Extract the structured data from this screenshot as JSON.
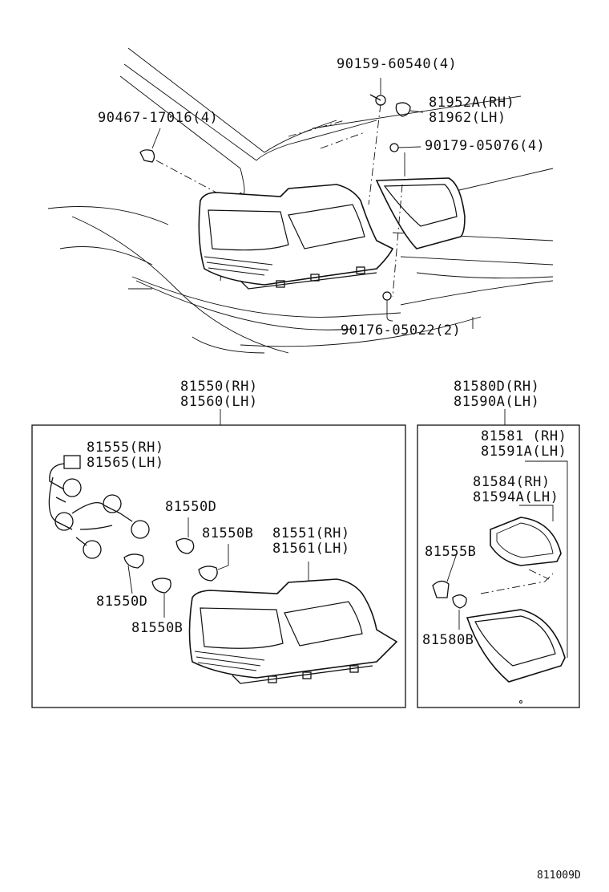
{
  "labels": {
    "bolt_top": "90159-60540(4)",
    "gasket_rh": "81952A(RH)",
    "gasket_lh": "81962(LH)",
    "screw_left": "90467-17016(4)",
    "nut_right": "90179-05076(4)",
    "nut_bottom": "90176-05022(2)",
    "lamp_assy_rh": "81550(RH)",
    "lamp_assy_lh": "81560(LH)",
    "inner_assy_rh": "81580D(RH)",
    "inner_assy_lh": "81590A(LH)",
    "socket_rh": "81555(RH)",
    "socket_lh": "81565(LH)",
    "bulb_d_top": "81550D",
    "bulb_b_top": "81550B",
    "lens_rh": "81551(RH)",
    "lens_lh": "81561(LH)",
    "bulb_d_bottom": "81550D",
    "bulb_b_bottom": "81550B",
    "inner_lens_rh": "81581 (RH)",
    "inner_lens_lh": "81591A(LH)",
    "gasket2_rh": "81584(RH)",
    "gasket2_lh": "81594A(LH)",
    "socket2": "81555B",
    "bulb2": "81580B",
    "figure_code": "811009D"
  }
}
